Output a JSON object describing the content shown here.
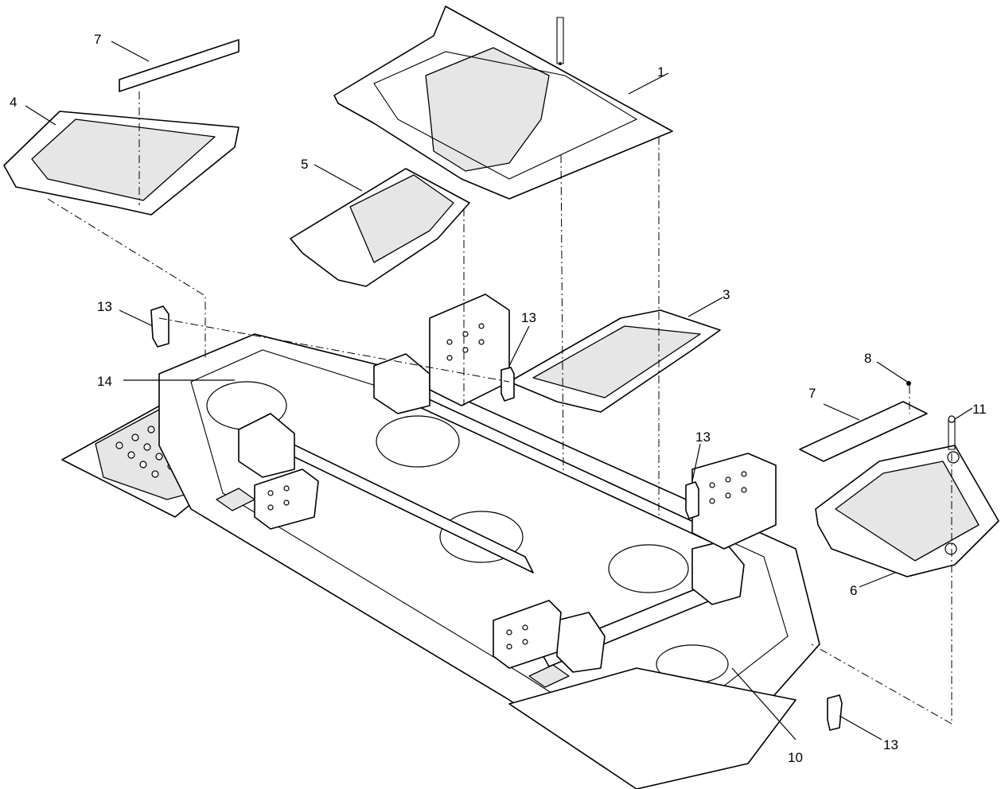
{
  "callouts": {
    "c1": "1",
    "c3": "3",
    "c4": "4",
    "c5": "5",
    "c6": "6",
    "c7_left": "7",
    "c7_right": "7",
    "c8": "8",
    "c10": "10",
    "c11": "11",
    "c13_left": "13",
    "c13_center": "13",
    "c13_right": "13",
    "c13_bottom": "13",
    "c14": "14"
  },
  "colors": {
    "line": "#000000",
    "background": "#ffffff",
    "shade": "#e6e6e6"
  }
}
